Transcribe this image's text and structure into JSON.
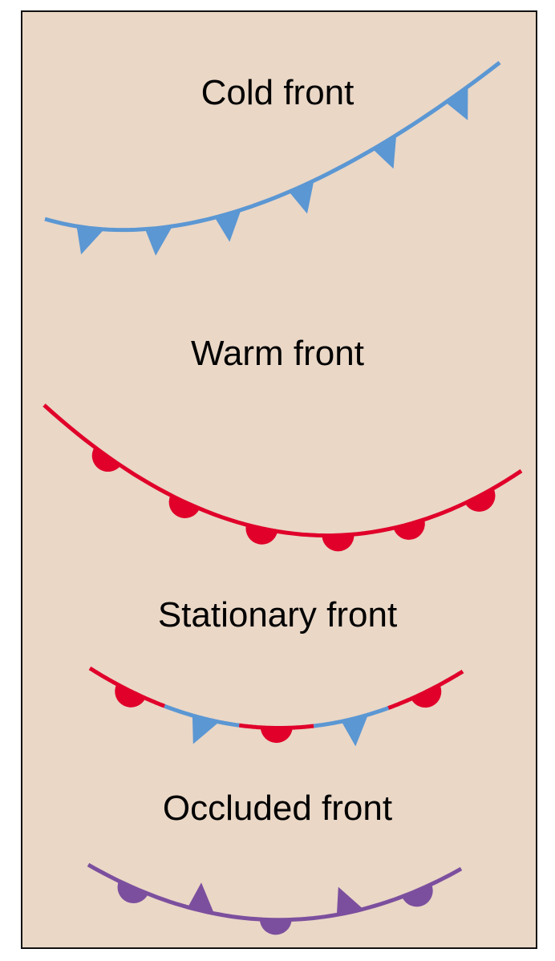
{
  "colors": {
    "background": "#ead7c6",
    "border": "#111111",
    "cold": "#5b97d3",
    "warm": "#e0002a",
    "occluded": "#7c4f9e",
    "text": "#000000"
  },
  "fronts": [
    {
      "key": "cold",
      "label": "Cold front"
    },
    {
      "key": "warm",
      "label": "Warm front"
    },
    {
      "key": "stationary",
      "label": "Stationary front"
    },
    {
      "key": "occluded",
      "label": "Occluded front"
    }
  ]
}
